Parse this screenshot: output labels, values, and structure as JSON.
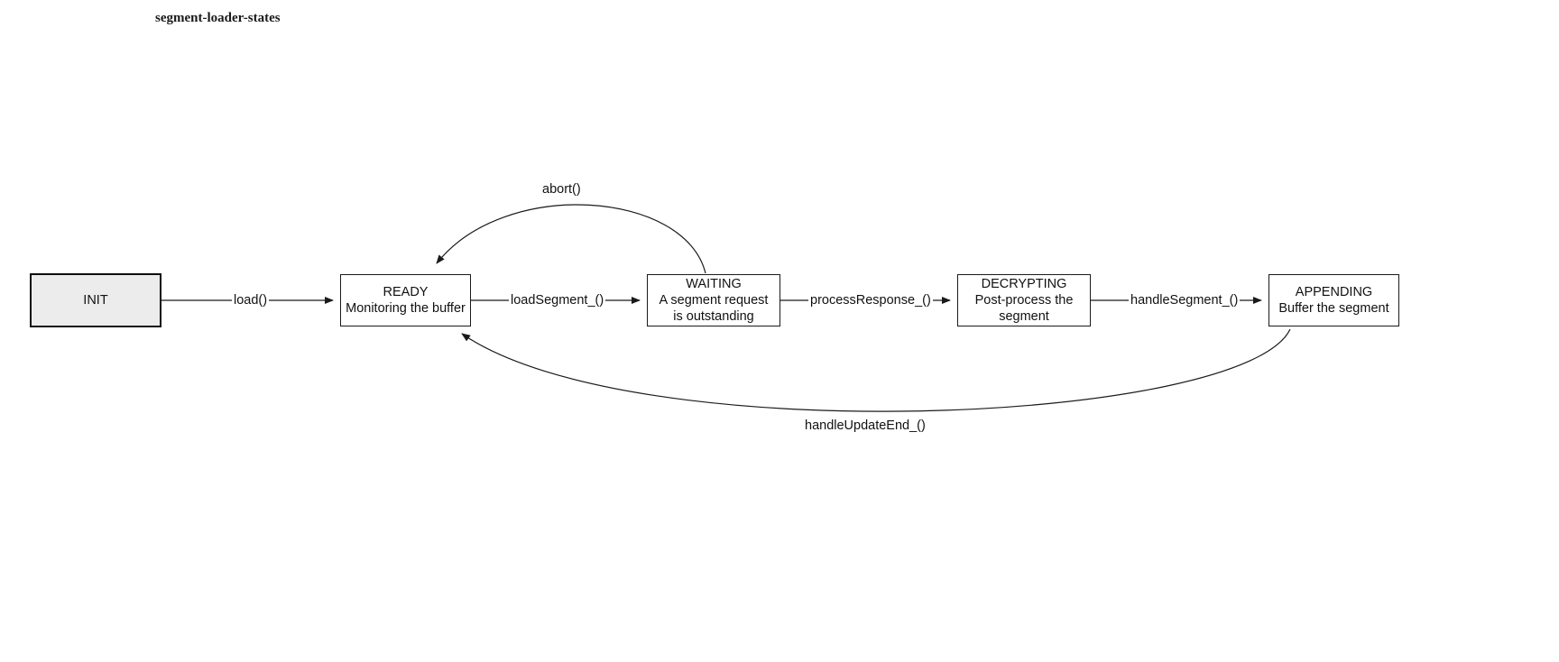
{
  "title": "segment-loader-states",
  "colors": {
    "background": "#ffffff",
    "node_stroke": "#1a1a1a",
    "node_fill": "#ffffff",
    "start_node_fill": "#ececec",
    "start_node_stroke": "#0d0d0d",
    "edge_stroke": "#1a1a1a",
    "text": "#111111"
  },
  "nodes": [
    {
      "id": "init",
      "name": "INIT",
      "lines": [
        "INIT"
      ],
      "type": "start"
    },
    {
      "id": "ready",
      "name": "READY",
      "lines": [
        "READY",
        "Monitoring the buffer"
      ],
      "type": "state"
    },
    {
      "id": "waiting",
      "name": "WAITING",
      "lines": [
        "WAITING",
        "A segment request",
        "is outstanding"
      ],
      "type": "state"
    },
    {
      "id": "decrypting",
      "name": "DECRYPTING",
      "lines": [
        "DECRYPTING",
        "Post-process the",
        "segment"
      ],
      "type": "state"
    },
    {
      "id": "appending",
      "name": "APPENDING",
      "lines": [
        "APPENDING",
        "Buffer the segment"
      ],
      "type": "state"
    }
  ],
  "edges": [
    {
      "id": "e1",
      "from": "init",
      "to": "ready",
      "label": "load()"
    },
    {
      "id": "e2",
      "from": "ready",
      "to": "waiting",
      "label": "loadSegment_()"
    },
    {
      "id": "e3",
      "from": "waiting",
      "to": "decrypting",
      "label": "processResponse_()"
    },
    {
      "id": "e4",
      "from": "decrypting",
      "to": "appending",
      "label": "handleSegment_()"
    },
    {
      "id": "e5",
      "from": "waiting",
      "to": "ready",
      "label": "abort()"
    },
    {
      "id": "e6",
      "from": "appending",
      "to": "ready",
      "label": "handleUpdateEnd_()"
    }
  ]
}
